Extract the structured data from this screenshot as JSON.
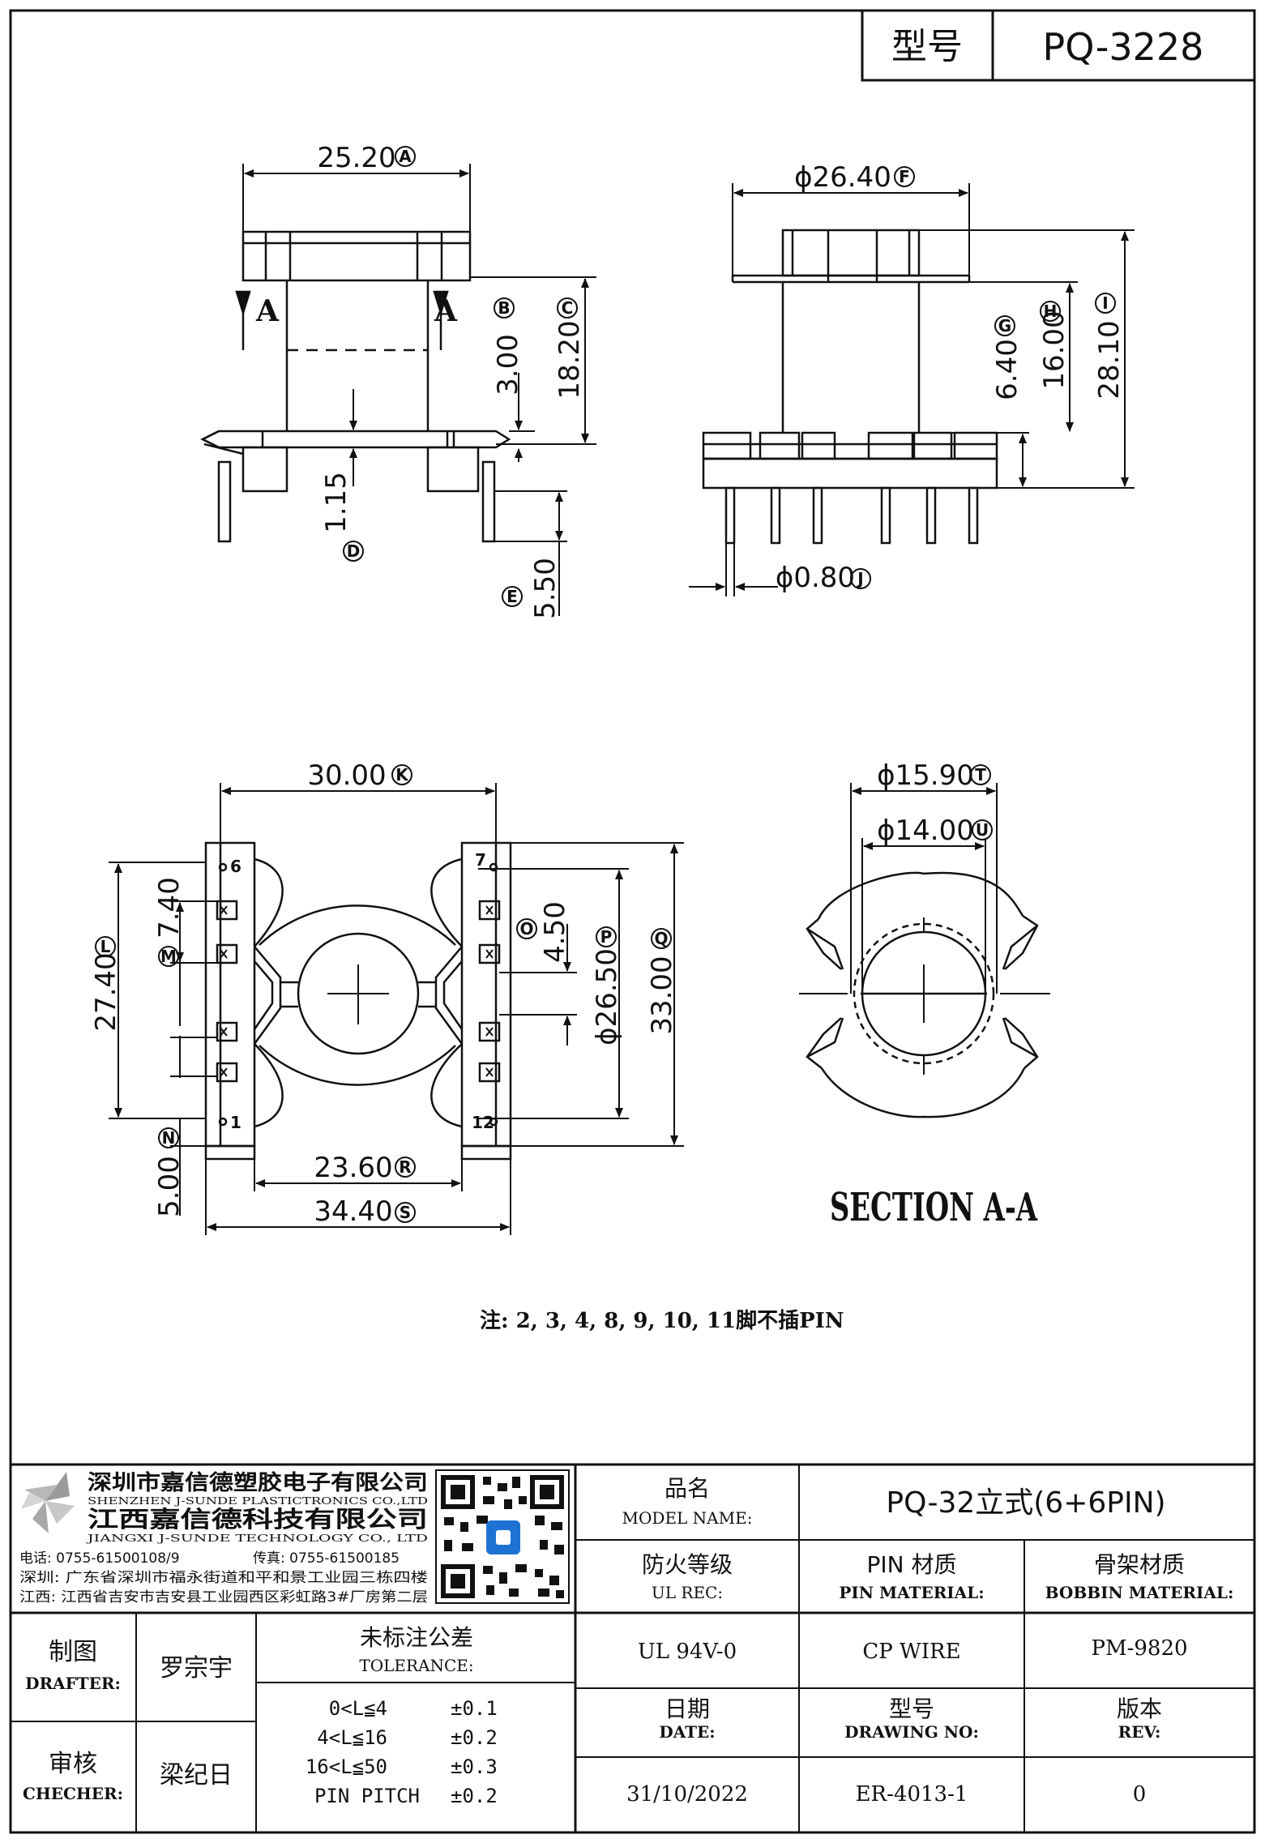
{
  "title_box": {
    "label": "型号",
    "value": "PQ-3228"
  },
  "dimensions": {
    "a": "25.20",
    "b": "3.00",
    "c": "18.20",
    "d": "1.15",
    "e": "5.50",
    "f": "ϕ26.40",
    "g": "6.40",
    "h": "16.00",
    "i": "28.10",
    "j": "ϕ0.80",
    "k": "30.00",
    "l": "27.40",
    "m": "7.40",
    "n": "5.00",
    "o": "4.50",
    "p": "ϕ26.50",
    "q": "33.00",
    "r": "23.60",
    "s": "34.40",
    "t": "ϕ15.90",
    "u": "ϕ14.00"
  },
  "circle_labels": {
    "a": "A",
    "b": "B",
    "c": "C",
    "d": "D",
    "e": "E",
    "f": "F",
    "g": "G",
    "h": "H",
    "i": "I",
    "j": "J",
    "k": "K",
    "l": "L",
    "m": "M",
    "n": "N",
    "o": "O",
    "p": "P",
    "q": "Q",
    "r": "R",
    "s": "S",
    "t": "T",
    "u": "U"
  },
  "section_marks": {
    "left": "A",
    "right": "A"
  },
  "pin_numbers": {
    "p6": "6",
    "p1": "1",
    "p7": "7",
    "p12": "12"
  },
  "section_title": "SECTION A-A",
  "note": "注: 2, 3, 4, 8, 9, 10, 11脚不插PIN",
  "company": {
    "name_cn_1": "深圳市嘉信德塑胶电子有限公司",
    "name_en_1": "SHENZHEN J-SUNDE PLASTICTRONICS CO.,LTD",
    "name_cn_2": "江西嘉信德科技有限公司",
    "name_en_2": "JIANGXI J-SUNDE TECHNOLOGY CO., LTD",
    "phone": "电话: 0755-61500108/9",
    "fax": "传真: 0755-61500185",
    "addr_sz": "深圳: 广东省深圳市福永街道和平和景工业园三栋四楼",
    "addr_jx": "江西: 江西省吉安市吉安县工业园西区彩虹路3#厂房第二层"
  },
  "table": {
    "model_name_cn": "品名",
    "model_name_en": "MODEL NAME:",
    "model_name_value": "PQ-32立式(6+6PIN)",
    "ul_cn": "防火等级",
    "ul_en": "UL REC:",
    "ul_value": "UL 94V-0",
    "pin_cn": "PIN 材质",
    "pin_en": "PIN MATERIAL:",
    "pin_value": "CP WIRE",
    "bobbin_cn": "骨架材质",
    "bobbin_en": "BOBBIN MATERIAL:",
    "bobbin_value": "PM-9820",
    "drafter_cn": "制图",
    "drafter_en": "DRAFTER:",
    "drafter_value": "罗宗宇",
    "checker_cn": "审核",
    "checker_en": "CHECHER:",
    "checker_value": "梁纪日",
    "tolerance_cn": "未标注公差",
    "tolerance_en": "TOLERANCE:",
    "tolerances": [
      {
        "range": "0<L≦4",
        "value": "±0.1"
      },
      {
        "range": "4<L≦16",
        "value": "±0.2"
      },
      {
        "range": "16<L≦50",
        "value": "±0.3"
      },
      {
        "range": "PIN PITCH",
        "value": "±0.2"
      }
    ],
    "date_cn": "日期",
    "date_en": "DATE:",
    "date_value": "31/10/2022",
    "drawing_cn": "型号",
    "drawing_en": "DRAWING NO:",
    "drawing_value": "ER-4013-1",
    "rev_cn": "版本",
    "rev_en": "REV:",
    "rev_value": "0"
  }
}
